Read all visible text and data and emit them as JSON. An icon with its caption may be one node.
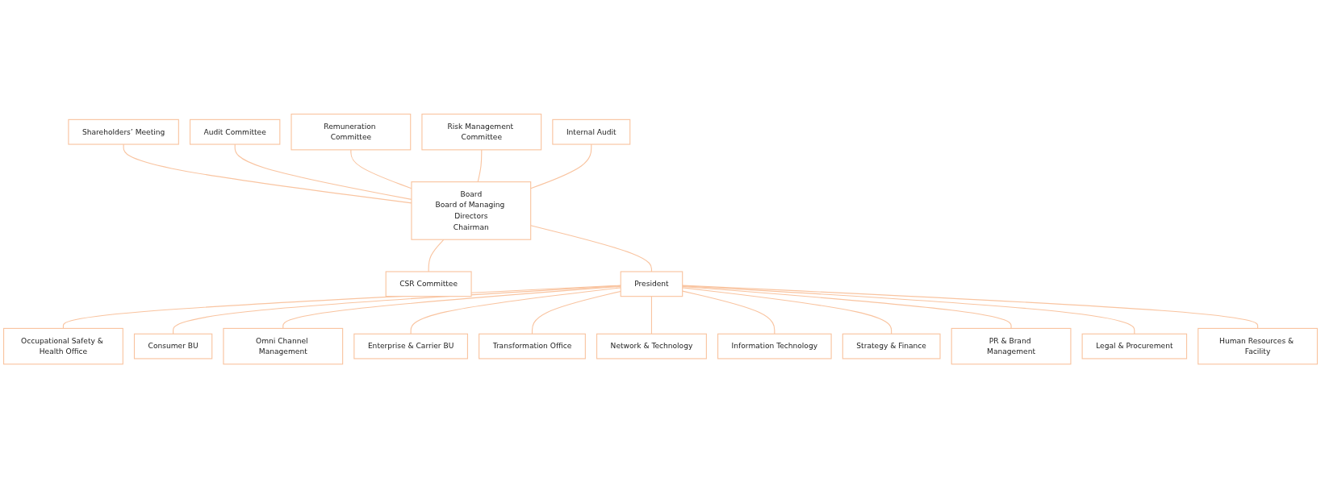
{
  "diagram": {
    "nodes": [
      {
        "text": [
          "Shareholders’ Meeting"
        ]
      },
      {
        "text": [
          "Audit Committee"
        ]
      },
      {
        "text": [
          "Remuneration Committee"
        ]
      },
      {
        "text": [
          "Risk Management Committee"
        ]
      },
      {
        "text": [
          "Internal Audit"
        ]
      },
      {
        "text": [
          "Board",
          "Board of Managing Directors",
          "Chairman"
        ]
      },
      {
        "text": [
          "CSR Committee"
        ]
      },
      {
        "text": [
          "President"
        ]
      },
      {
        "text": [
          "Occupational Safety & Health Office"
        ]
      },
      {
        "text": [
          "Consumer BU"
        ]
      },
      {
        "text": [
          "Omni Channel Management"
        ]
      },
      {
        "text": [
          "Enterprise & Carrier BU"
        ]
      },
      {
        "text": [
          "Transformation Office"
        ]
      },
      {
        "text": [
          "Network & Technology"
        ]
      },
      {
        "text": [
          "Information Technology"
        ]
      },
      {
        "text": [
          "Strategy & Finance"
        ]
      },
      {
        "text": [
          "PR & Brand Management"
        ]
      },
      {
        "text": [
          "Legal & Procurement"
        ]
      },
      {
        "text": [
          "Human Resources & Facility"
        ]
      }
    ],
    "edges": [
      {
        "from": 0,
        "to": 5,
        "arrow": "none"
      },
      {
        "from": 1,
        "to": 5,
        "arrow": "none"
      },
      {
        "from": 2,
        "to": 5,
        "arrow": "none"
      },
      {
        "from": 3,
        "to": 5,
        "arrow": "none"
      },
      {
        "from": 4,
        "to": 5,
        "arrow": "none"
      },
      {
        "from": 5,
        "to": 6,
        "arrow": "none"
      },
      {
        "from": 5,
        "to": 7,
        "arrow": "none"
      },
      {
        "from": 7,
        "to": 8,
        "arrow": "none"
      },
      {
        "from": 7,
        "to": 9,
        "arrow": "none"
      },
      {
        "from": 7,
        "to": 10,
        "arrow": "none"
      },
      {
        "from": 7,
        "to": 11,
        "arrow": "none"
      },
      {
        "from": 7,
        "to": 12,
        "arrow": "none"
      },
      {
        "from": 7,
        "to": 13,
        "arrow": "none"
      },
      {
        "from": 7,
        "to": 14,
        "arrow": "none"
      },
      {
        "from": 7,
        "to": 15,
        "arrow": "none"
      },
      {
        "from": 7,
        "to": 16,
        "arrow": "none"
      },
      {
        "from": 7,
        "to": 17,
        "arrow": "none"
      },
      {
        "from": 7,
        "to": 18,
        "arrow": "none"
      }
    ]
  }
}
